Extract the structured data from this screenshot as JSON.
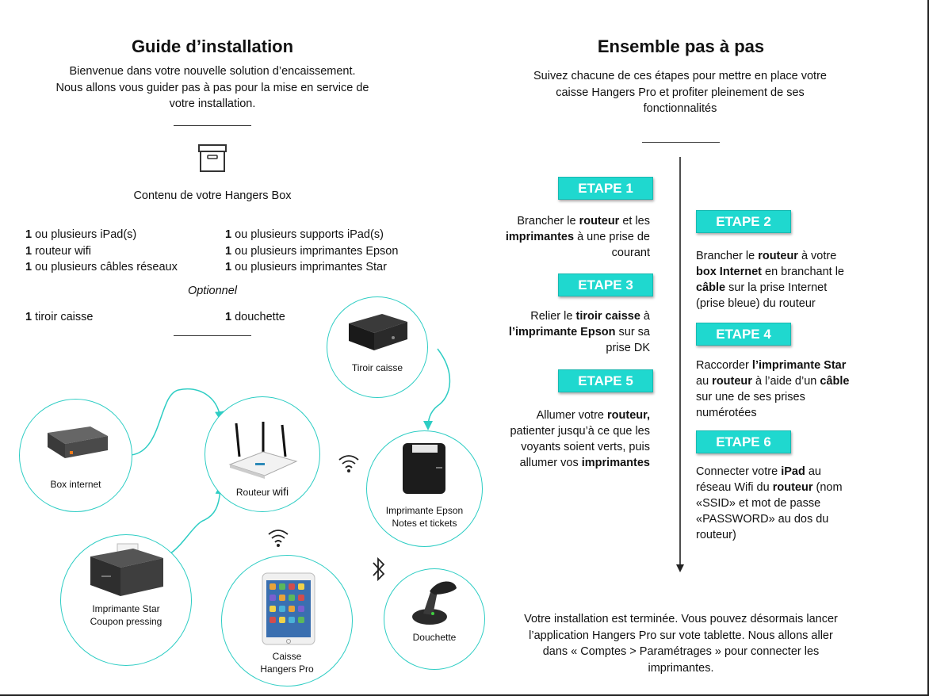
{
  "left": {
    "title": "Guide d’installation",
    "intro": [
      "Bienvenue dans votre nouvelle solution d’encaissement.",
      "Nous allons vous guider pas à pas pour la mise en service de",
      "votre installation."
    ],
    "box_label": "Contenu de votre Hangers Box",
    "items_col1": [
      {
        "qty": "1",
        "text": " ou plusieurs iPad(s)"
      },
      {
        "qty": "1",
        "text": " routeur wifi"
      },
      {
        "qty": "1",
        "text": " ou plusieurs câbles réseaux"
      }
    ],
    "items_col2": [
      {
        "qty": "1",
        "text": " ou plusieurs supports iPad(s)"
      },
      {
        "qty": "1",
        "text": " ou plusieurs imprimantes Epson"
      },
      {
        "qty": "1",
        "text": " ou plusieurs imprimantes Star"
      }
    ],
    "optional_label": "Optionnel",
    "optional_items": [
      {
        "qty": "1",
        "text": " tiroir caisse"
      },
      {
        "qty": "1",
        "text": " douchette"
      }
    ]
  },
  "diagram": {
    "box_internet": "Box internet",
    "routeur_prefix": "Routeur ",
    "routeur_suffix": "wifi",
    "tiroir": "Tiroir caisse",
    "epson_l1": "Imprimante Epson",
    "epson_l2": "Notes et tickets",
    "star_l1": "Imprimante Star",
    "star_l2": "Coupon pressing",
    "caisse_l1": "Caisse",
    "caisse_l2": "Hangers Pro",
    "douchette": "Douchette",
    "accent": "#2ecdc4"
  },
  "right": {
    "title": "Ensemble pas à pas",
    "intro": [
      "Suivez chacune de ces étapes pour mettre en place votre",
      "caisse Hangers Pro et profiter pleinement de ses",
      "fonctionnalités"
    ],
    "steps": {
      "s1": "ETAPE 1",
      "s2": "ETAPE 2",
      "s3": "ETAPE 3",
      "s4": "ETAPE 4",
      "s5": "ETAPE 5",
      "s6": "ETAPE 6"
    },
    "step_color": "#1fd8cf",
    "final": [
      "Votre installation est terminée. Vous pouvez désormais lancer",
      "l’application Hangers Pro sur vote tablette. Nous allons aller",
      "dans « Comptes > Paramétrages » pour  connecter les",
      "imprimantes."
    ]
  }
}
